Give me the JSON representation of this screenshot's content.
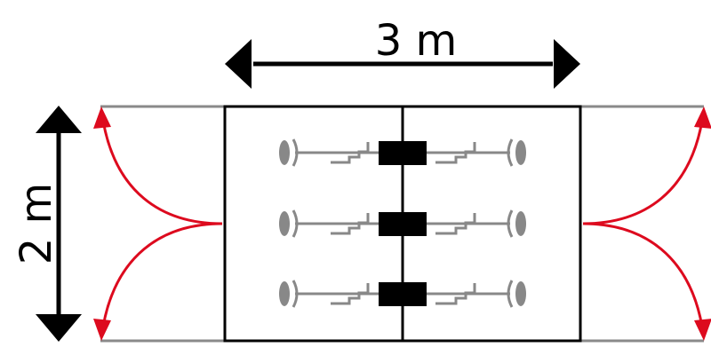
{
  "dimensions": {
    "width_label": "3 m",
    "height_label": "2 m"
  },
  "colors": {
    "outline": "#000000",
    "arrow": "#000000",
    "curve": "#dd0a1e",
    "rail": "#8a8a8a",
    "fixture": "#888888",
    "block": "#000000"
  },
  "fixture_rows": 3,
  "icons": {
    "dimension": "double-arrow-icon",
    "curve": "swing-arc-icon",
    "fixture": "mechanism-icon"
  }
}
